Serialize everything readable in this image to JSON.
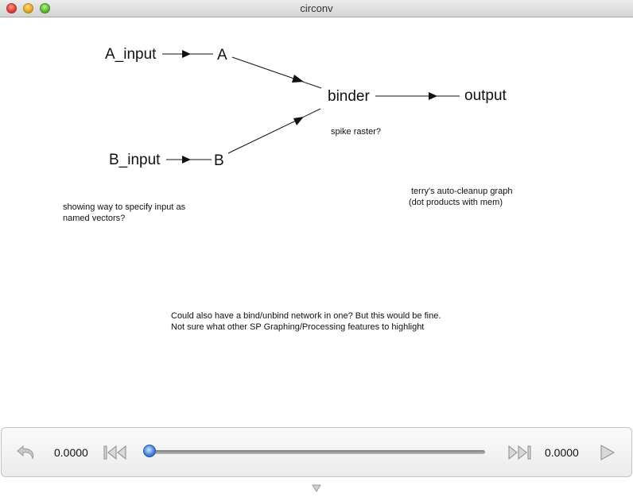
{
  "window": {
    "title": "circonv"
  },
  "diagram": {
    "nodes": {
      "a_input": "A_input",
      "a": "A",
      "b_input": "B_input",
      "b": "B",
      "binder": "binder",
      "output": "output"
    },
    "notes": {
      "spike_raster": "spike raster?",
      "named_vectors_line1": "showing way to specify input as",
      "named_vectors_line2": "named vectors?",
      "cleanup_line1": "terry's auto-cleanup graph",
      "cleanup_line2": "(dot products with mem)",
      "bind_line1": "Could also have a bind/unbind network in one? But this would be fine.",
      "bind_line2": "Not sure what other SP Graphing/Processing features to highlight"
    }
  },
  "playback": {
    "start_time": "0.0000",
    "end_time": "0.0000",
    "position": 0.0,
    "icons": {
      "undo": "undo-arrow-icon",
      "rewind": "skip-to-start-icon",
      "fast_forward": "skip-to-end-icon",
      "play": "play-icon",
      "expand": "expand-triangle-icon"
    },
    "colors": {
      "thumb": "#3f7fd4"
    }
  }
}
